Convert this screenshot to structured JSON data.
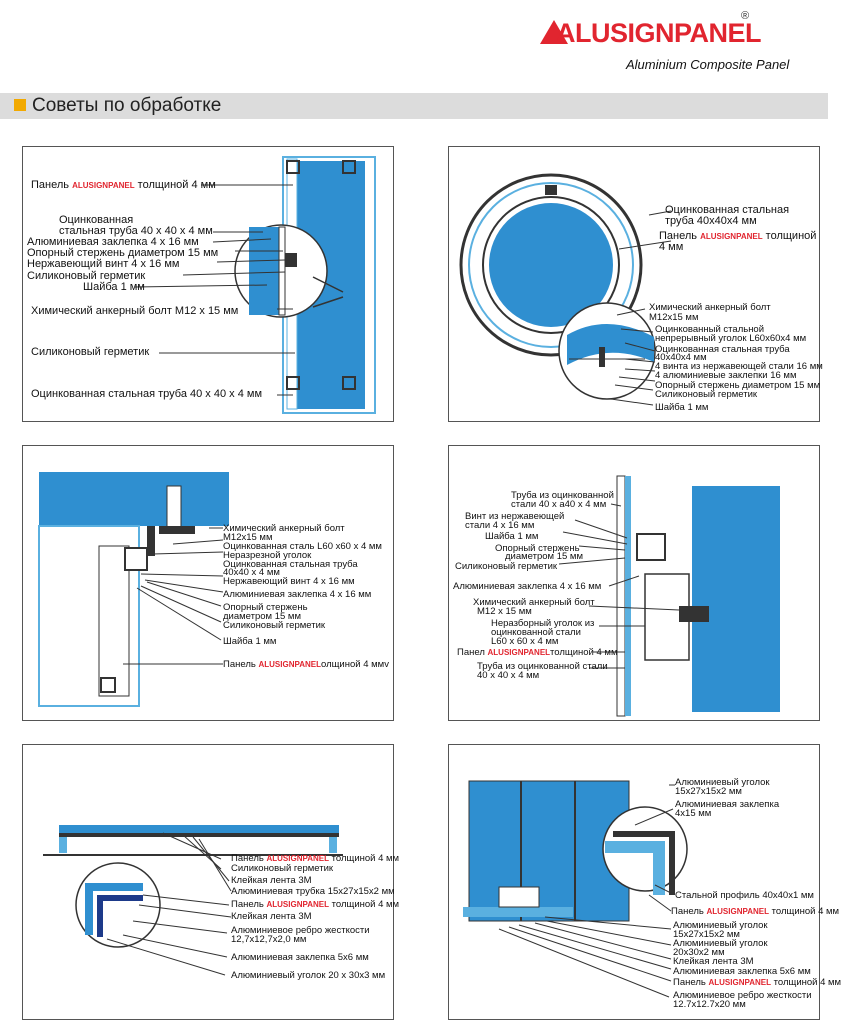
{
  "header": {
    "brand_prefix": "A",
    "brand_rest": "LUSIGNPANEL",
    "registered": "®",
    "tagline": "Aluminium Composite Panel"
  },
  "section": {
    "title": "Советы по обработке"
  },
  "brand_inline": "ALUSIGNPANEL",
  "panels": [
    {
      "labels": [
        "Панель",
        "толщиной 4 мм",
        "Оцинкованная",
        "стальная труба 40 x 40 x 4 мм",
        "Алюминиевая заклепка 4 x 16 мм",
        "Опорный стержень диаметром 15 мм",
        "Нержавеющий винт 4 x 16 мм",
        "Силиконовый герметик",
        "Шайба 1 мм",
        "Химический анкерный болт М12 x 15 мм",
        "Силиконовый герметик",
        "Оцинкованная стальная труба 40 x 40 x 4 мм"
      ]
    },
    {
      "labels": [
        "Оцинкованная стальная",
        "труба 40x40x4 мм",
        "Панель",
        "толщиной",
        "4 мм",
        "Химический анкерный болт",
        "М12x15 мм",
        "Оцинкованный стальной",
        "непрерывный уголок L60x60x4 мм",
        "Оцинкованная стальная труба",
        "40x40x4 мм",
        "4 винта из нержавеющей стали 16 мм",
        "4 алюминиевые заклепки 16 мм",
        "Опорный стержень диаметром 15 мм",
        "Силиконовый герметик",
        "Шайба 1 мм"
      ]
    },
    {
      "labels": [
        "Химический анкерный болт",
        "М12x15 мм",
        "Оцинкованная сталь L60 x60 x 4 мм",
        "Неразрезной уголок",
        "Оцинкованная стальная труба",
        "40x40 x 4 мм",
        "Нержавеющий винт 4 x 16 мм",
        "Алюминиевая заклепка 4 x 16 мм",
        "Опорный стержень",
        "диаметром 15 мм",
        "Силиконовый герметик",
        "Шайба 1 мм",
        "Панель",
        "олщиной 4 ммv"
      ]
    },
    {
      "labels": [
        "Труба из оцинкованной",
        "стали 40 x а40 x 4 мм",
        "Винт из нержавеющей",
        "стали 4 x 16 мм",
        "Шайба 1 мм",
        "Опорный стержень",
        "диаметром 15 мм",
        "Силиконовый герметик",
        "Алюминиевая заклепка 4 x 16 мм",
        "Химический анкерный болт",
        "М12 x 15 мм",
        "Неразборный уголок из",
        "оцинкованной стали",
        "L60 x 60 x 4 мм",
        "Панел",
        "толщиной 4 мм",
        "Труба из оцинкованной стали",
        "40 x 40 x 4 мм"
      ]
    },
    {
      "labels": [
        "Панель",
        "толщиной 4 мм",
        "Силиконовый герметик",
        "Клейкая лента 3М",
        "Алюминиевая трубка 15x27x15x2 мм",
        "Панель",
        "толщиной 4 мм",
        "Клейкая лента 3М",
        "Алюминиевое ребро жесткости",
        "12,7x12,7x2,0 мм",
        "Алюминиевая заклепка 5x6 мм",
        "Алюминиевый уголок 20 x 30x3 мм"
      ]
    },
    {
      "labels": [
        "Алюминиевый уголок",
        "15x27x15x2 мм",
        "Алюминиевая заклепка",
        "4x15 мм",
        "Стальной профиль 40x40x1 мм",
        "Панель",
        "толщиной 4 мм",
        "Алюминиевый уголок",
        "15x27x15x2 мм",
        "Алюминиевый уголок",
        "20x30x2 мм",
        "Клейкая лента 3М",
        "Алюминиевая заклепка 5x6 мм",
        "Панель",
        "толщиной 4 мм",
        "Алюминиевое ребро жесткости",
        "12.7x12.7x20 мм"
      ]
    }
  ]
}
